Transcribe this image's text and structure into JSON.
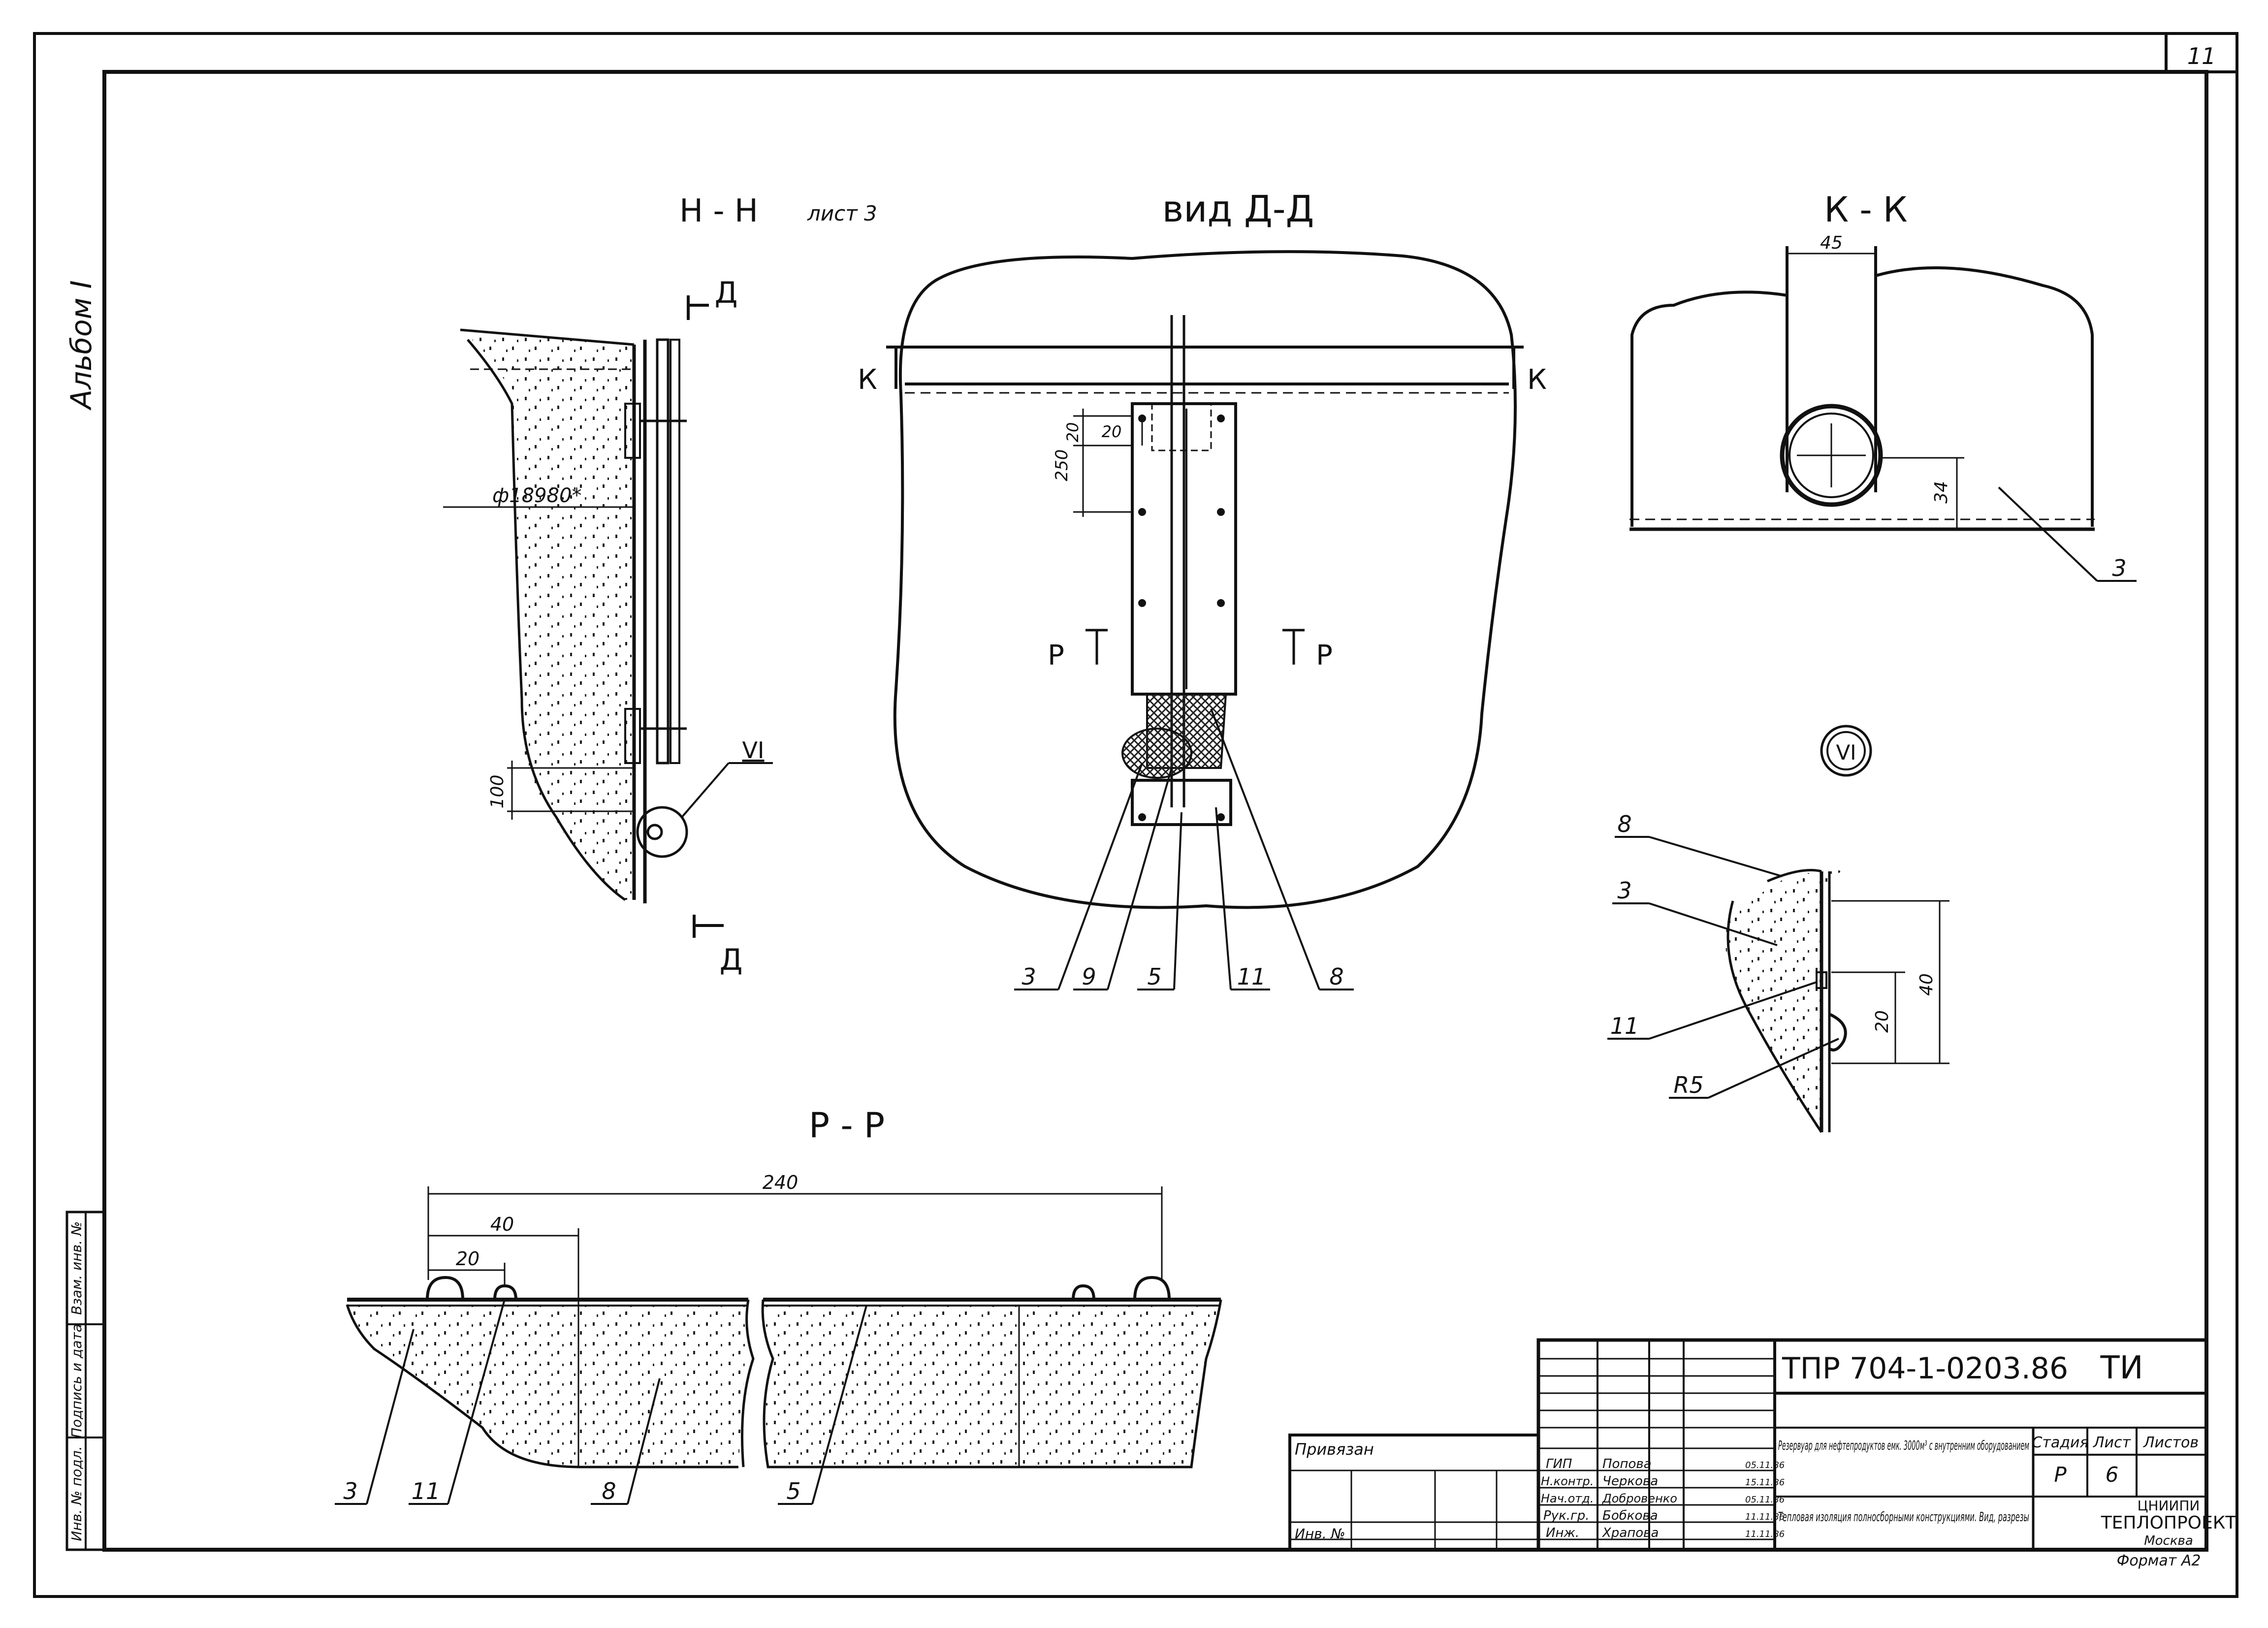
{
  "sheet": {
    "number": "11",
    "album": "Альбом I"
  },
  "views": {
    "nn": {
      "title": "Н - Н",
      "ref": "лист 3",
      "diameter": "ф18980*",
      "dim_100": "100",
      "callout": "VI",
      "cut_top": "Д",
      "cut_bottom": "Д"
    },
    "dd": {
      "title": "вид Д-Д",
      "cut_left": "К",
      "cut_right": "К",
      "dim_20a": "20",
      "dim_20b": "20",
      "dim_250": "250",
      "sec_left": "Р",
      "sec_right": "Р",
      "leaders": [
        "3",
        "9",
        "5",
        "11",
        "8"
      ]
    },
    "kk": {
      "title": "К - К",
      "dim_45": "45",
      "dim_34": "34",
      "leader": "3"
    },
    "vi": {
      "title": "VI",
      "leaders": [
        "8",
        "3",
        "11",
        "R5"
      ],
      "dim_40": "40",
      "dim_20": "20"
    },
    "pp": {
      "title": "Р - Р",
      "dim_240": "240",
      "dim_40": "40",
      "dim_20": "20",
      "leaders": [
        "3",
        "11",
        "8",
        "5"
      ]
    }
  },
  "margin_stamp": [
    "Инв. № подл.",
    "Подпись и дата",
    "Взам. инв. №"
  ],
  "title_block": {
    "code": "ТПР 704-1-0203.86",
    "doc_type": "ТИ",
    "privyazan": "Привязан",
    "inv_no": "Инв. №",
    "object_name": "Резервуар для нефтепродуктов емк. 3000м³ с внутренним оборудованием",
    "sheet_name": "Тепловая изоляция полносборными конструкциями. Вид, разрезы",
    "stage_label": "Стадия",
    "sheet_label": "Лист",
    "sheets_label": "Листов",
    "stage": "Р",
    "sheet": "6",
    "org1": "ЦНИИПИ",
    "org2": "ТЕПЛОПРОЕКТ",
    "city": "Москва",
    "format": "Формат А2",
    "signers": [
      {
        "role": "ГИП",
        "name": "Попова",
        "date": "05.11.86"
      },
      {
        "role": "Н.контр.",
        "name": "Черкова",
        "date": "15.11.86"
      },
      {
        "role": "Нач.отд.",
        "name": "Добровенко",
        "date": "05.11.86"
      },
      {
        "role": "Рук.гр.",
        "name": "Бобкова",
        "date": "11.11.86"
      },
      {
        "role": "Инж.",
        "name": "Храпова",
        "date": "11.11.86"
      }
    ]
  }
}
